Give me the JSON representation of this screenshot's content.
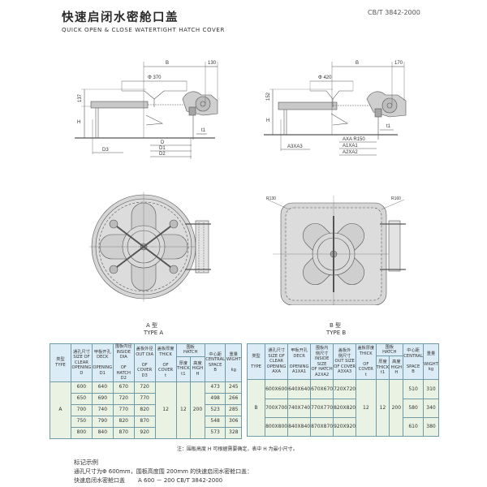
{
  "header": {
    "title_cn": "快速启闭水密舱口盖",
    "title_en": "QUICK OPEN & CLOSE WATERTIGHT HATCH COVER",
    "standard": "CB/T 3842-2000"
  },
  "drawings": {
    "side_a": {
      "labels": {
        "B": "B",
        "dim_130": "130",
        "phi": "Φ 370",
        "h137": "137",
        "H": "H",
        "t1": "t1",
        "D": "D",
        "D1": "D1",
        "D2": "D2",
        "D3": "D3"
      }
    },
    "side_b": {
      "labels": {
        "B": "B",
        "dim_170": "170",
        "phi": "Φ 420",
        "h152": "152",
        "H": "H",
        "t1": "t1",
        "AXA": "AXA  R150",
        "A1XA1": "A1XA1",
        "A2XA2": "A2XA2",
        "A3XA3": "A3XA3"
      }
    },
    "plan_b": {
      "r130": "R130",
      "r160": "R160"
    }
  },
  "type_a": {
    "caption_cn": "A 型",
    "caption_en": "TYPE A",
    "headers": {
      "type": [
        "类型",
        "TYPE"
      ],
      "clear": [
        "通孔尺寸",
        "SIZE OF",
        "CLEAR",
        "OPENING",
        "D"
      ],
      "deck": [
        "甲板开孔",
        "DECK",
        "OPENING",
        "D1"
      ],
      "inside": [
        "围板内径",
        "INSIDE DIA",
        "OF HATCH",
        "D2"
      ],
      "outside": [
        "盖板外径",
        "OUT DIA",
        "OF COVER",
        "D3"
      ],
      "thick_cover": [
        "盖板厚度",
        "THICK",
        "OF COVER",
        "t"
      ],
      "hatch": [
        "围板",
        "HATCH"
      ],
      "hatch_thick": [
        "厚度",
        "THICK",
        "t1"
      ],
      "hatch_high": [
        "高度",
        "HIGH",
        "H"
      ],
      "central": [
        "中心距",
        "CENTRAL",
        "SPACE",
        "B"
      ],
      "weight": [
        "重量",
        "WIGHT",
        "kg"
      ]
    },
    "type_value": "A",
    "t": "12",
    "t1": "12",
    "H": "200",
    "rows": [
      {
        "D": "600",
        "D1": "640",
        "D2": "670",
        "D3": "720",
        "B": "473",
        "kg": "245"
      },
      {
        "D": "650",
        "D1": "690",
        "D2": "720",
        "D3": "770",
        "B": "498",
        "kg": "266"
      },
      {
        "D": "700",
        "D1": "740",
        "D2": "770",
        "D3": "820",
        "B": "523",
        "kg": "285"
      },
      {
        "D": "750",
        "D1": "790",
        "D2": "820",
        "D3": "870",
        "B": "548",
        "kg": "306"
      },
      {
        "D": "800",
        "D1": "840",
        "D2": "870",
        "D3": "920",
        "B": "573",
        "kg": "328"
      }
    ]
  },
  "type_b": {
    "caption_cn": "B 型",
    "caption_en": "TYPE B",
    "headers": {
      "type": [
        "类型",
        "TYPE"
      ],
      "clear": [
        "通孔尺寸",
        "SIZE OF",
        "CLEAR",
        "OPENING",
        "AXA"
      ],
      "deck": [
        "甲板开孔",
        "DECR",
        "OPENING",
        "A1XA1"
      ],
      "inside": [
        "围板内",
        "侧尺寸",
        "INSIDE SIZE",
        "OF HATCH",
        "A2XA2"
      ],
      "outside": [
        "盖板外",
        "侧尺寸",
        "OUT SIZE",
        "OF COVER",
        "A3XA3"
      ],
      "thick_cover": [
        "盖板厚度",
        "THICK",
        "OF COVER",
        "t"
      ],
      "hatch": [
        "围板",
        "HATCH"
      ],
      "hatch_thick": [
        "厚度",
        "THICK",
        "t1"
      ],
      "hatch_high": [
        "高度",
        "HIGH",
        "H"
      ],
      "central": [
        "中心距",
        "CENTRAL",
        "SPACE",
        "B"
      ],
      "weight": [
        "重量",
        "WIGHT",
        "kg"
      ]
    },
    "type_value": "B",
    "t": "12",
    "t1": "12",
    "H": "200",
    "rows": [
      {
        "A": "600X600",
        "A1": "640X640",
        "A2": "670X670",
        "A3": "720X720",
        "B": "510",
        "kg": "310"
      },
      {
        "A": "700X700",
        "A1": "740X740",
        "A2": "770X770",
        "A3": "820X820",
        "B": "580",
        "kg": "340"
      },
      {
        "A": "800X800",
        "A1": "840X840",
        "A2": "870X870",
        "A3": "920X920",
        "B": "610",
        "kg": "380"
      }
    ]
  },
  "note": "注：围板高度 H 可根据需要确定，表中 H 为最小尺寸。",
  "marking": {
    "title": "标记示例",
    "line1": "通孔尺寸为Φ 600mm，围板高度围 200mm 的快速启闭水密舱口盖：",
    "line2_name": "快速启闭水密舱口盖",
    "line2_code": "A 600 － 200  CB/T 3842-2000"
  }
}
